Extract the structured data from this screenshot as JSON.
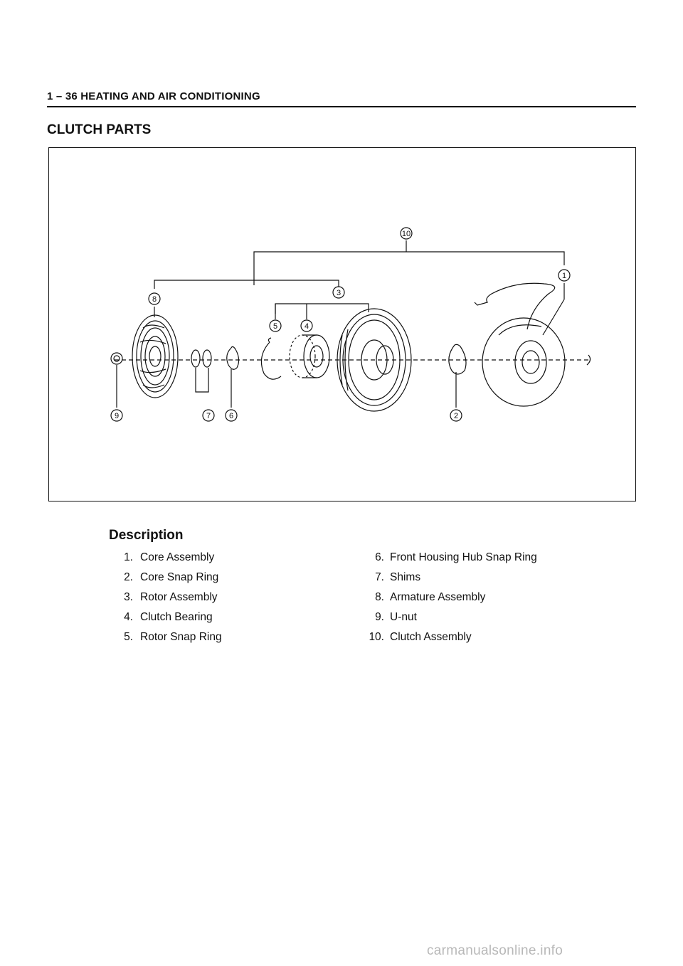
{
  "header": {
    "text": "1 – 36 HEATING AND AIR CONDITIONING"
  },
  "section": {
    "title": "CLUTCH PARTS"
  },
  "diagram": {
    "callouts": [
      {
        "id": "c1",
        "label": "1"
      },
      {
        "id": "c2",
        "label": "2"
      },
      {
        "id": "c3",
        "label": "3"
      },
      {
        "id": "c4",
        "label": "4"
      },
      {
        "id": "c5",
        "label": "5"
      },
      {
        "id": "c6",
        "label": "6"
      },
      {
        "id": "c7",
        "label": "7"
      },
      {
        "id": "c8",
        "label": "8"
      },
      {
        "id": "c9",
        "label": "9"
      },
      {
        "id": "c10",
        "label": "10"
      }
    ]
  },
  "description": {
    "title": "Description",
    "items": [
      {
        "num": "1.",
        "text": "Core Assembly"
      },
      {
        "num": "2.",
        "text": "Core Snap Ring"
      },
      {
        "num": "3.",
        "text": "Rotor Assembly"
      },
      {
        "num": "4.",
        "text": "Clutch Bearing"
      },
      {
        "num": "5.",
        "text": "Rotor Snap Ring"
      },
      {
        "num": "6.",
        "text": "Front Housing Hub Snap Ring"
      },
      {
        "num": "7.",
        "text": "Shims"
      },
      {
        "num": "8.",
        "text": "Armature Assembly"
      },
      {
        "num": "9.",
        "text": "U-nut"
      },
      {
        "num": "10.",
        "text": "Clutch Assembly"
      }
    ]
  },
  "watermark": {
    "text": "carmanualsonline.info"
  }
}
